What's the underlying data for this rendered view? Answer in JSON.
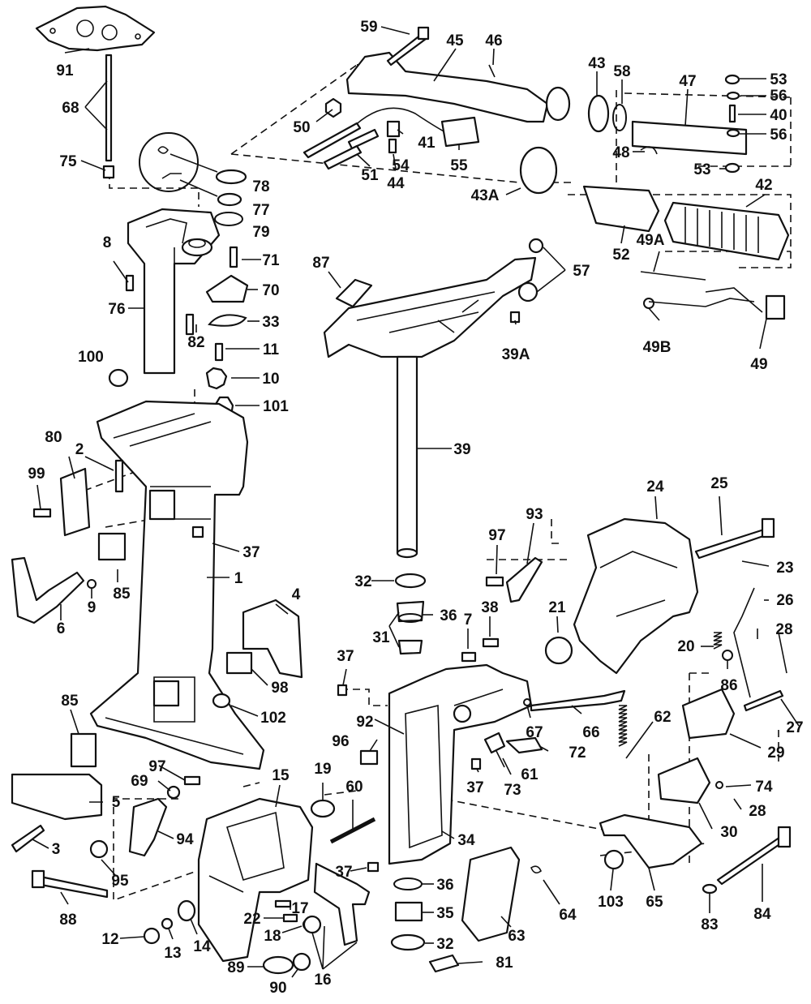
{
  "diagram": {
    "labels": [
      "59",
      "45",
      "46",
      "43",
      "58",
      "47",
      "53",
      "56",
      "40",
      "56",
      "50",
      "41",
      "54",
      "51",
      "44",
      "55",
      "48",
      "53",
      "91",
      "68",
      "75",
      "78",
      "77",
      "79",
      "43A",
      "42",
      "52",
      "49A",
      "49B",
      "49",
      "57",
      "39A",
      "87",
      "8",
      "71",
      "70",
      "33",
      "76",
      "82",
      "11",
      "100",
      "10",
      "101",
      "39",
      "80",
      "2",
      "99",
      "37",
      "1",
      "85",
      "6",
      "9",
      "24",
      "25",
      "23",
      "26",
      "93",
      "97",
      "21",
      "38",
      "7",
      "28",
      "20",
      "86",
      "27",
      "4",
      "98",
      "32",
      "31",
      "36",
      "37",
      "102",
      "92",
      "67",
      "66",
      "62",
      "96",
      "61",
      "72",
      "73",
      "37",
      "29",
      "74",
      "28",
      "30",
      "85",
      "97",
      "69",
      "5",
      "3",
      "94",
      "95",
      "15",
      "19",
      "60",
      "34",
      "37",
      "36",
      "35",
      "32",
      "88",
      "12",
      "13",
      "14",
      "22",
      "17",
      "18",
      "89",
      "90",
      "16",
      "63",
      "64",
      "81",
      "103",
      "65",
      "83",
      "84"
    ]
  }
}
